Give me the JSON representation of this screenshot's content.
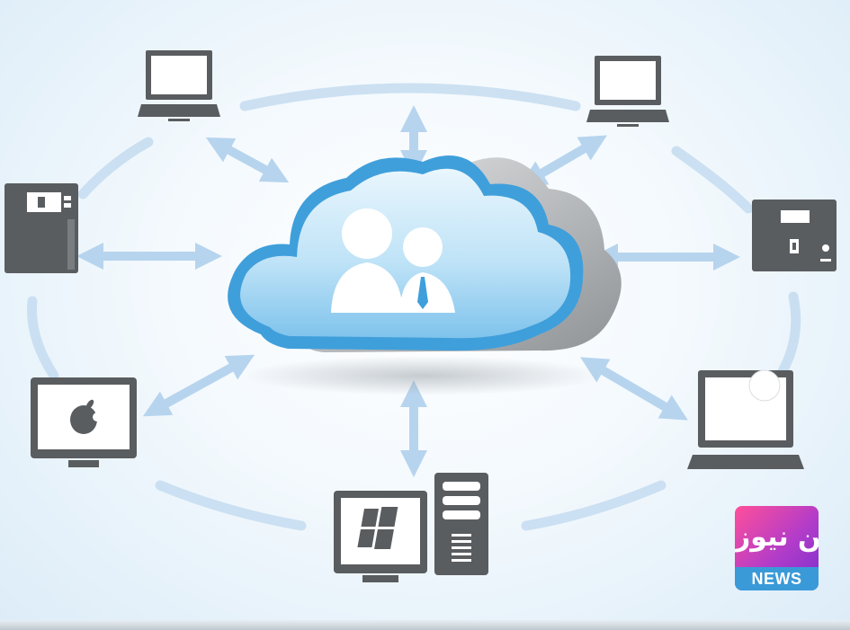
{
  "diagram": {
    "central_node": {
      "icon": "cloud-users-icon"
    },
    "devices": [
      {
        "id": "laptop-top-left",
        "icon": "laptop-icon"
      },
      {
        "id": "laptop-top-right",
        "icon": "laptop-icon"
      },
      {
        "id": "server-left",
        "icon": "server-icon"
      },
      {
        "id": "server-right",
        "icon": "server-icon"
      },
      {
        "id": "mac-monitor",
        "icon": "apple-monitor-icon"
      },
      {
        "id": "laptop-bottom-right",
        "icon": "laptop-icon"
      },
      {
        "id": "windows-desktop",
        "icon": "windows-desktop-icon"
      }
    ],
    "colors": {
      "cloud_blue": "#4aa8e0",
      "cloud_light": "#bfe3f7",
      "device_gray": "#5a5d60",
      "arrow_blue": "#b7d4ee",
      "background": "#eaf4fb"
    }
  },
  "watermark": {
    "logo_text": "الوطن نيوز",
    "label": "NEWS",
    "colors": {
      "gradient_start": "#ff4f9a",
      "gradient_end": "#7b2fcf",
      "label_bg": "#3a9ad8"
    }
  }
}
